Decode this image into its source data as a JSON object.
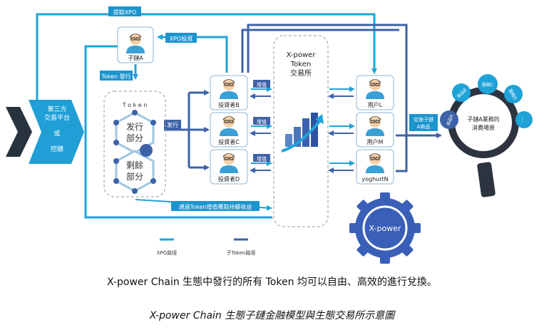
{
  "colors": {
    "xpo_path": "#1fa3d8",
    "token_path": "#3d62a8",
    "label_fill": "#1c95cf",
    "chevron": "#27333f",
    "gear": "#3a5fb8",
    "magnifier": "#2d3440"
  },
  "diagram": {
    "top_label": "提取XPO",
    "xpo_invest": "XPO投資",
    "chain_a": "子鏈A",
    "token_issue": "Token 發行",
    "token_word": "T o k e n",
    "issued_part": [
      "发行",
      "部分"
    ],
    "remaining_part": [
      "剩餘",
      "部分"
    ],
    "issue_label": "发行",
    "left_platform": [
      "第三方",
      "交易平台",
      "或",
      "挖礦"
    ],
    "investors": [
      "投資者B",
      "投資者C",
      "投資者D"
    ],
    "appreciation": "增值",
    "exchange_title": [
      "X-power",
      "Token",
      "交易所"
    ],
    "users": [
      "用户L",
      "用户M",
      "yoghurtN"
    ],
    "exchange_goods": [
      "兌換子鏈",
      "A商品"
    ],
    "bottom_label": "通過Token增值獲取持續收益",
    "gear_text": "X-power",
    "magnifier_text": [
      "子鏈A業務的",
      "消費場景"
    ],
    "bubbles": [
      "商品A",
      "商品B",
      "服務C",
      "服務D",
      "…"
    ],
    "legend": [
      {
        "label": "XPO路徑",
        "icon": "xpo-path-line"
      },
      {
        "label": "子Token路徑",
        "icon": "token-path-line"
      }
    ]
  },
  "captions": {
    "main": "X-power Chain 生態中發行的所有 Token 均可以自由、高效的進行兌換。",
    "figure_title": "X-power Chain 生態子鏈金融模型與生態交易所示意圖"
  }
}
